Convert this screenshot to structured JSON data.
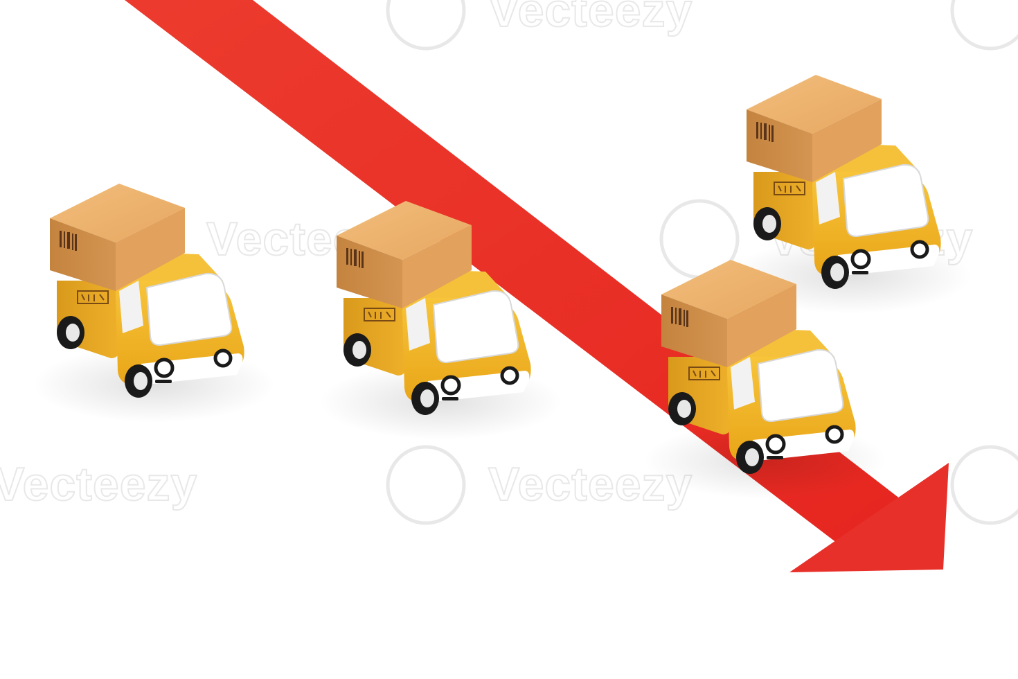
{
  "image": {
    "background": "#ffffff",
    "watermark": {
      "text": "Vecteezy",
      "color": "#e4e4e4"
    },
    "arrow": {
      "direction": "down-right",
      "color": "#ea2b25",
      "meaning": "declining trend"
    },
    "trucks": [
      {
        "name": "delivery-truck-left",
        "position": "left",
        "on_arrow": false
      },
      {
        "name": "delivery-truck-center",
        "position": "center",
        "on_arrow": false
      },
      {
        "name": "delivery-truck-on-arrow",
        "position": "center-right",
        "on_arrow": true
      },
      {
        "name": "delivery-truck-top-right",
        "position": "top-right",
        "on_arrow": false
      }
    ],
    "colors": {
      "truck_body": "#f2b21f",
      "truck_body_shade": "#d6951a",
      "cargo_box": "#e8a862",
      "cargo_box_shade": "#c98640",
      "windshield": "#ffffff",
      "tire": "#1a1a1a"
    }
  }
}
